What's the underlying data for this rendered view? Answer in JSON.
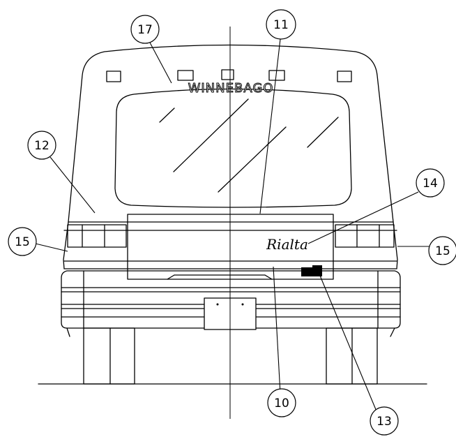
{
  "diagram": {
    "brand_label": "WINNEBAGO",
    "model_label": "Rialta",
    "callouts": [
      {
        "id": "c17",
        "label": "17"
      },
      {
        "id": "c11",
        "label": "11"
      },
      {
        "id": "c12",
        "label": "12"
      },
      {
        "id": "c14",
        "label": "14"
      },
      {
        "id": "c15l",
        "label": "15"
      },
      {
        "id": "c15r",
        "label": "15"
      },
      {
        "id": "c10",
        "label": "10"
      },
      {
        "id": "c13",
        "label": "13"
      }
    ]
  }
}
